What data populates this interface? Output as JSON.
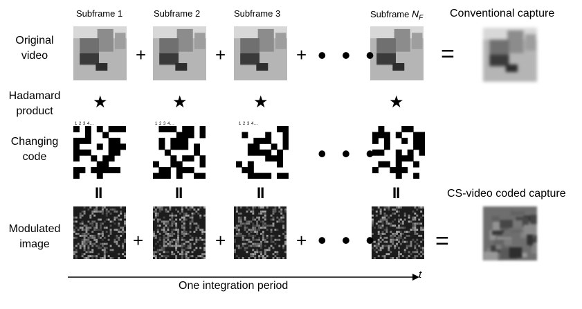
{
  "headers": {
    "subframe1": "Subframe 1",
    "subframe2": "Subframe 2",
    "subframe3": "Subframe 3",
    "subframeN_prefix": "Subframe ",
    "subframeN_symbol": "N",
    "subframeN_sub": "F",
    "conventional": "Conventional capture",
    "cs_video": "CS-video coded capture"
  },
  "row_labels": {
    "original_1": "Original",
    "original_2": "video",
    "hadamard_1": "Hadamard",
    "hadamard_2": "product",
    "changing_1": "Changing",
    "changing_2": "code",
    "modulated_1": "Modulated",
    "modulated_2": "image"
  },
  "symbols": {
    "plus": "+",
    "equals": "=",
    "star": "★",
    "dots": "• • •",
    "parallel": "II",
    "code_ticks": "1 2 3 4..."
  },
  "timeline": {
    "label": "One integration period",
    "axis": "t"
  },
  "colors": {
    "frame_bg": "#9a9a9a",
    "frame_dark": "#2a2a2a",
    "code_black": "#000000",
    "code_white": "#ffffff"
  }
}
